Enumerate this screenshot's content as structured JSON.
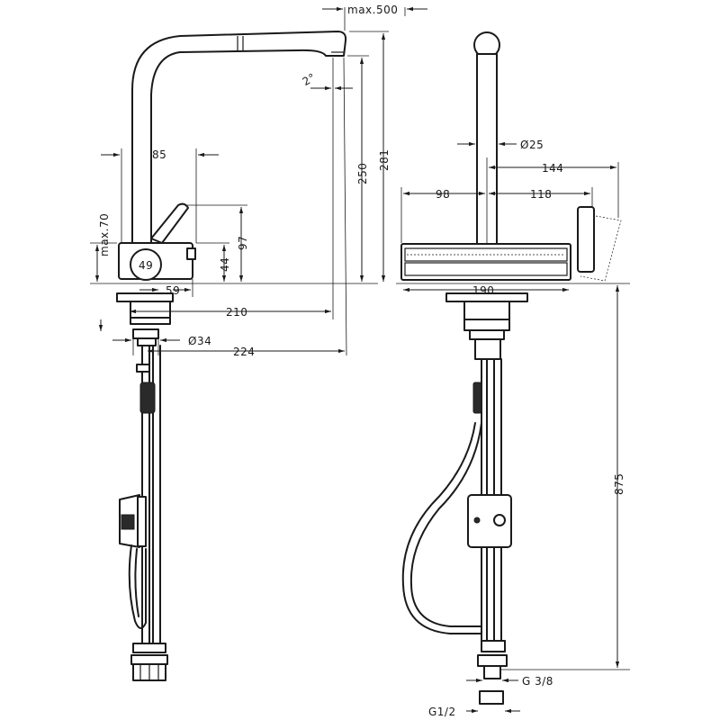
{
  "dimensions": {
    "max_reach": "max.500",
    "swivel_angle": "2°",
    "spout_height_250": "250",
    "spout_height_281": "281",
    "width_85": "85",
    "max_height_70": "max.70",
    "lever_97": "97",
    "lever_44": "44",
    "handle_dia_49": "49",
    "handle_59": "59",
    "reach_210": "210",
    "shank_dia_34": "Ø34",
    "reach_224": "224",
    "spout_dia_25": "Ø25",
    "span_144": "144",
    "span_98": "98",
    "span_118": "118",
    "base_190": "190",
    "hose_875": "875",
    "thread_g38": "G 3/8",
    "thread_g12": "G1/2"
  },
  "colors": {
    "line": "#1a1a1a",
    "background": "#ffffff"
  }
}
